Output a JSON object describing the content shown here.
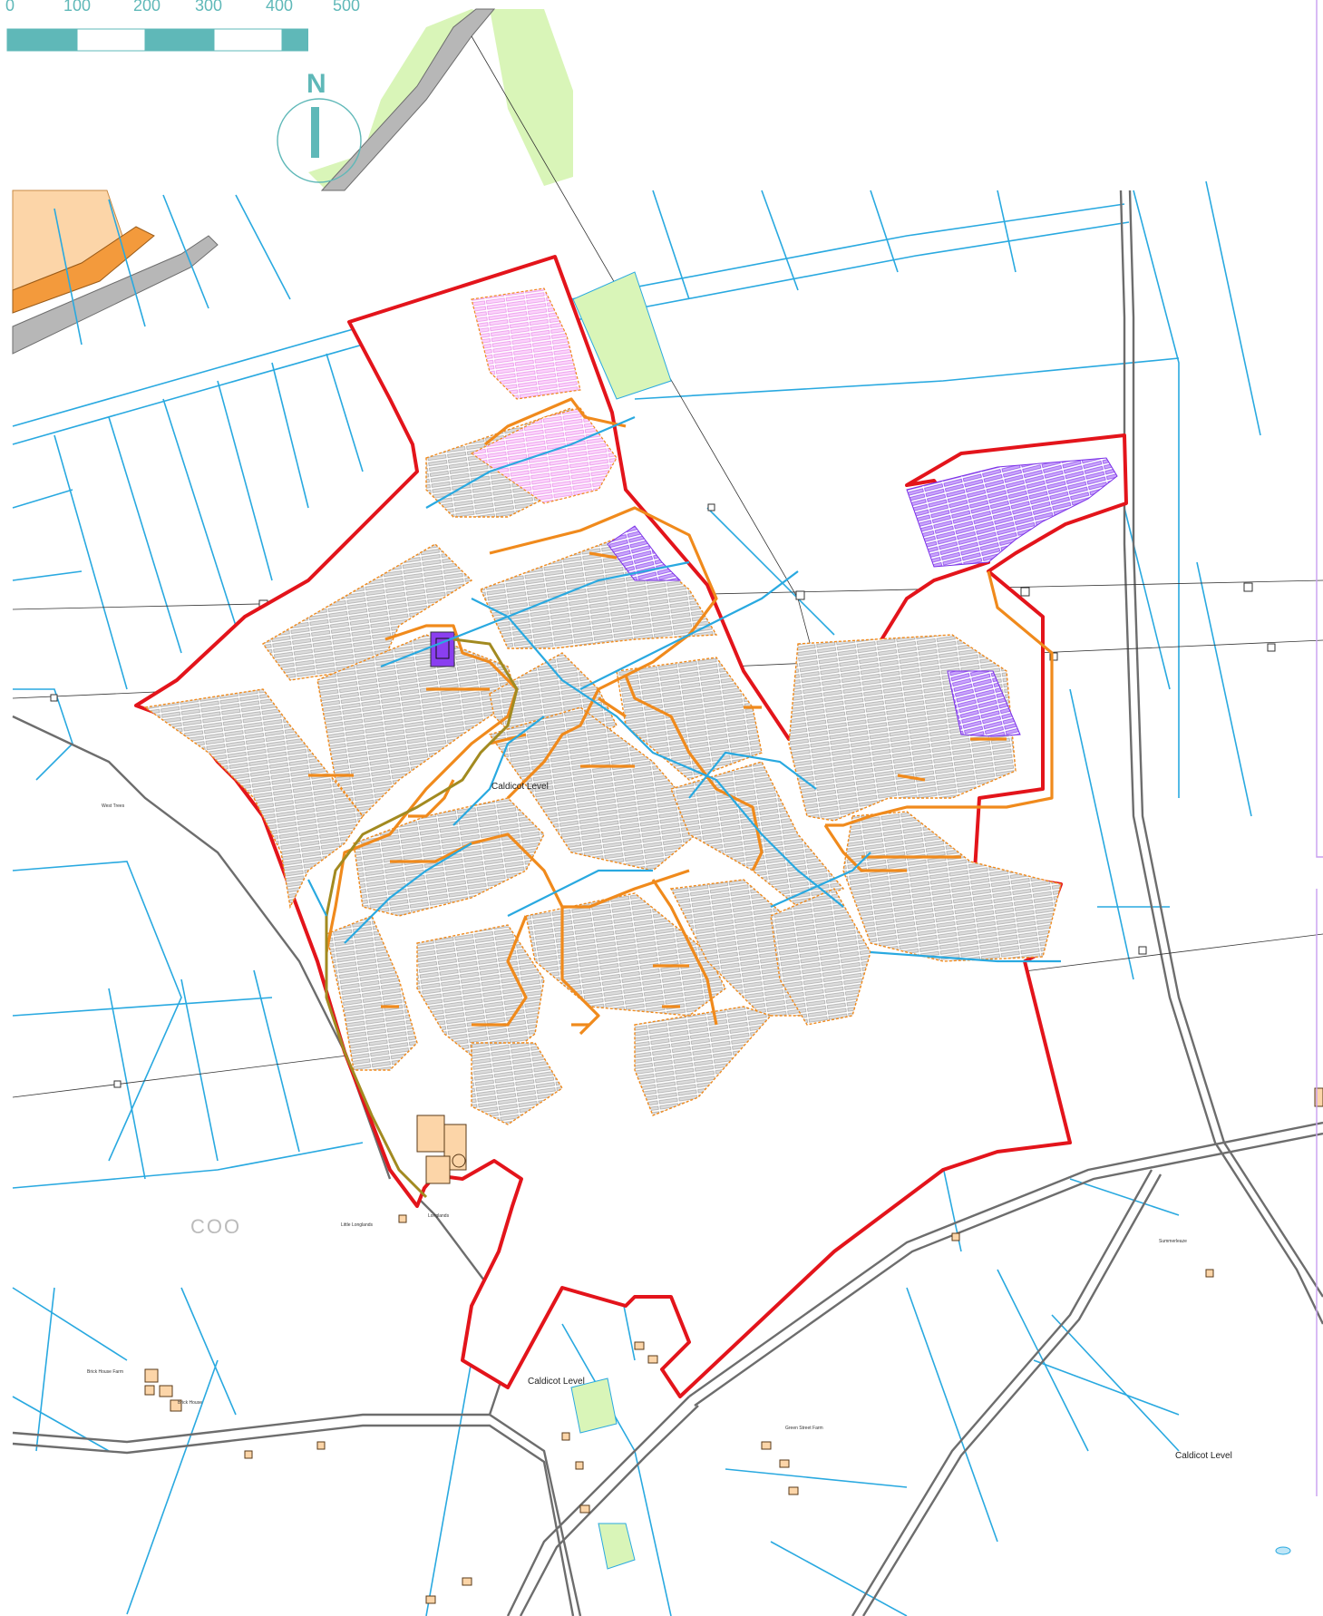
{
  "scale_bar": {
    "labels": [
      "0",
      "100",
      "200",
      "300",
      "400",
      "500"
    ],
    "color": "#5fb8b8"
  },
  "north_arrow": {
    "letter": "N",
    "icon": "north-arrow-icon"
  },
  "places": {
    "caldicot_level_center": "Caldicot Level",
    "caldicot_level_south": "Caldicot Level",
    "caldicot_level_east": "Caldicot Level",
    "summerleaze": "Summerleaze",
    "little_longlands": "Little Longlands",
    "longlands": "Longlands",
    "brick_house_farm": "Brick House Farm",
    "brick_house": "Brick House",
    "green_street_farm": "Green Street Farm",
    "west_trees": "West Trees",
    "faint_text": "COO"
  },
  "colors": {
    "boundary": "#e3141b",
    "track": "#f08a1c",
    "watercourse": "#29a9e0",
    "woodland": "#d9f5b8",
    "panels_grey": "#b9b9b9",
    "panels_pink": "#f29cf2",
    "panels_purple": "#8a3ff0",
    "building": "#fcd5a8",
    "scale_teal": "#5fb8b8"
  }
}
